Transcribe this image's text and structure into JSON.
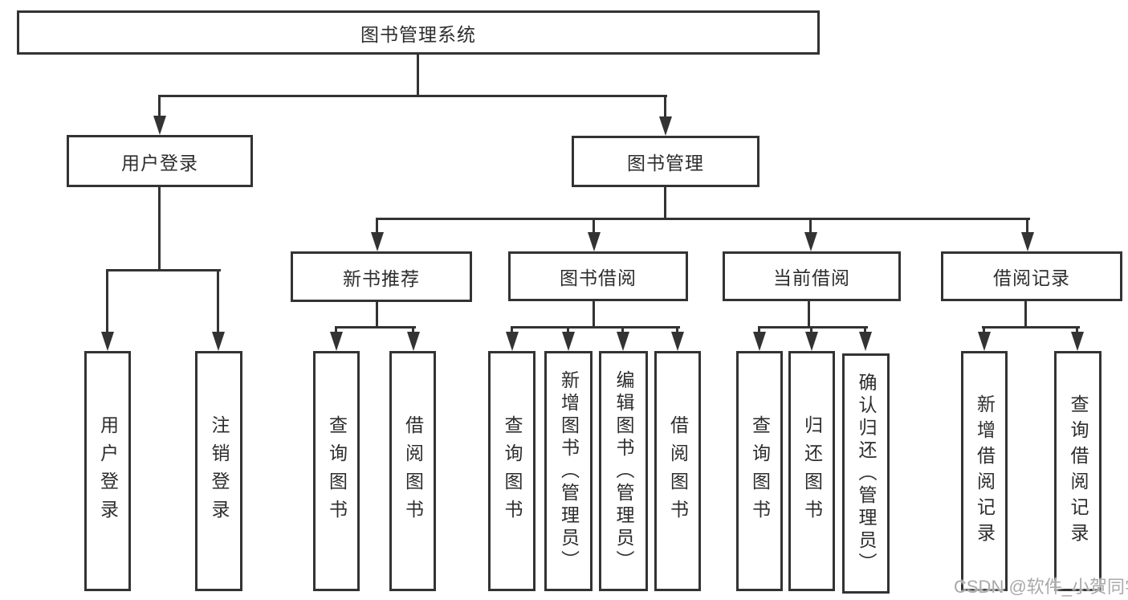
{
  "colors": {
    "line": "#333333",
    "text": "#2d2d2d",
    "background": "#ffffff",
    "watermark": "#a9a9a9"
  },
  "diagram": {
    "type": "tree",
    "root": {
      "label": "图书管理系统"
    },
    "level2": [
      {
        "label": "用户登录",
        "parent": "图书管理系统"
      },
      {
        "label": "图书管理",
        "parent": "图书管理系统"
      }
    ],
    "level3": [
      {
        "label": "新书推荐",
        "parent": "图书管理"
      },
      {
        "label": "图书借阅",
        "parent": "图书管理"
      },
      {
        "label": "当前借阅",
        "parent": "图书管理"
      },
      {
        "label": "借阅记录",
        "parent": "图书管理"
      }
    ],
    "leaves": [
      {
        "label": "用户登录",
        "parent": "用户登录"
      },
      {
        "label": "注销登录",
        "parent": "用户登录"
      },
      {
        "label": "查询图书",
        "parent": "新书推荐"
      },
      {
        "label": "借阅图书",
        "parent": "新书推荐"
      },
      {
        "label": "查询图书",
        "parent": "图书借阅"
      },
      {
        "label": "新增图书（管理员）",
        "parent": "图书借阅"
      },
      {
        "label": "编辑图书（管理员）",
        "parent": "图书借阅"
      },
      {
        "label": "借阅图书",
        "parent": "图书借阅"
      },
      {
        "label": "查询图书",
        "parent": "当前借阅"
      },
      {
        "label": "归还图书",
        "parent": "当前借阅"
      },
      {
        "label": "确认归还（管理员）",
        "parent": "当前借阅"
      },
      {
        "label": "新增借阅记录",
        "parent": "借阅记录"
      },
      {
        "label": "查询借阅记录",
        "parent": "借阅记录"
      }
    ]
  },
  "watermark": {
    "text": "CSDN @软件_小贺同学"
  }
}
